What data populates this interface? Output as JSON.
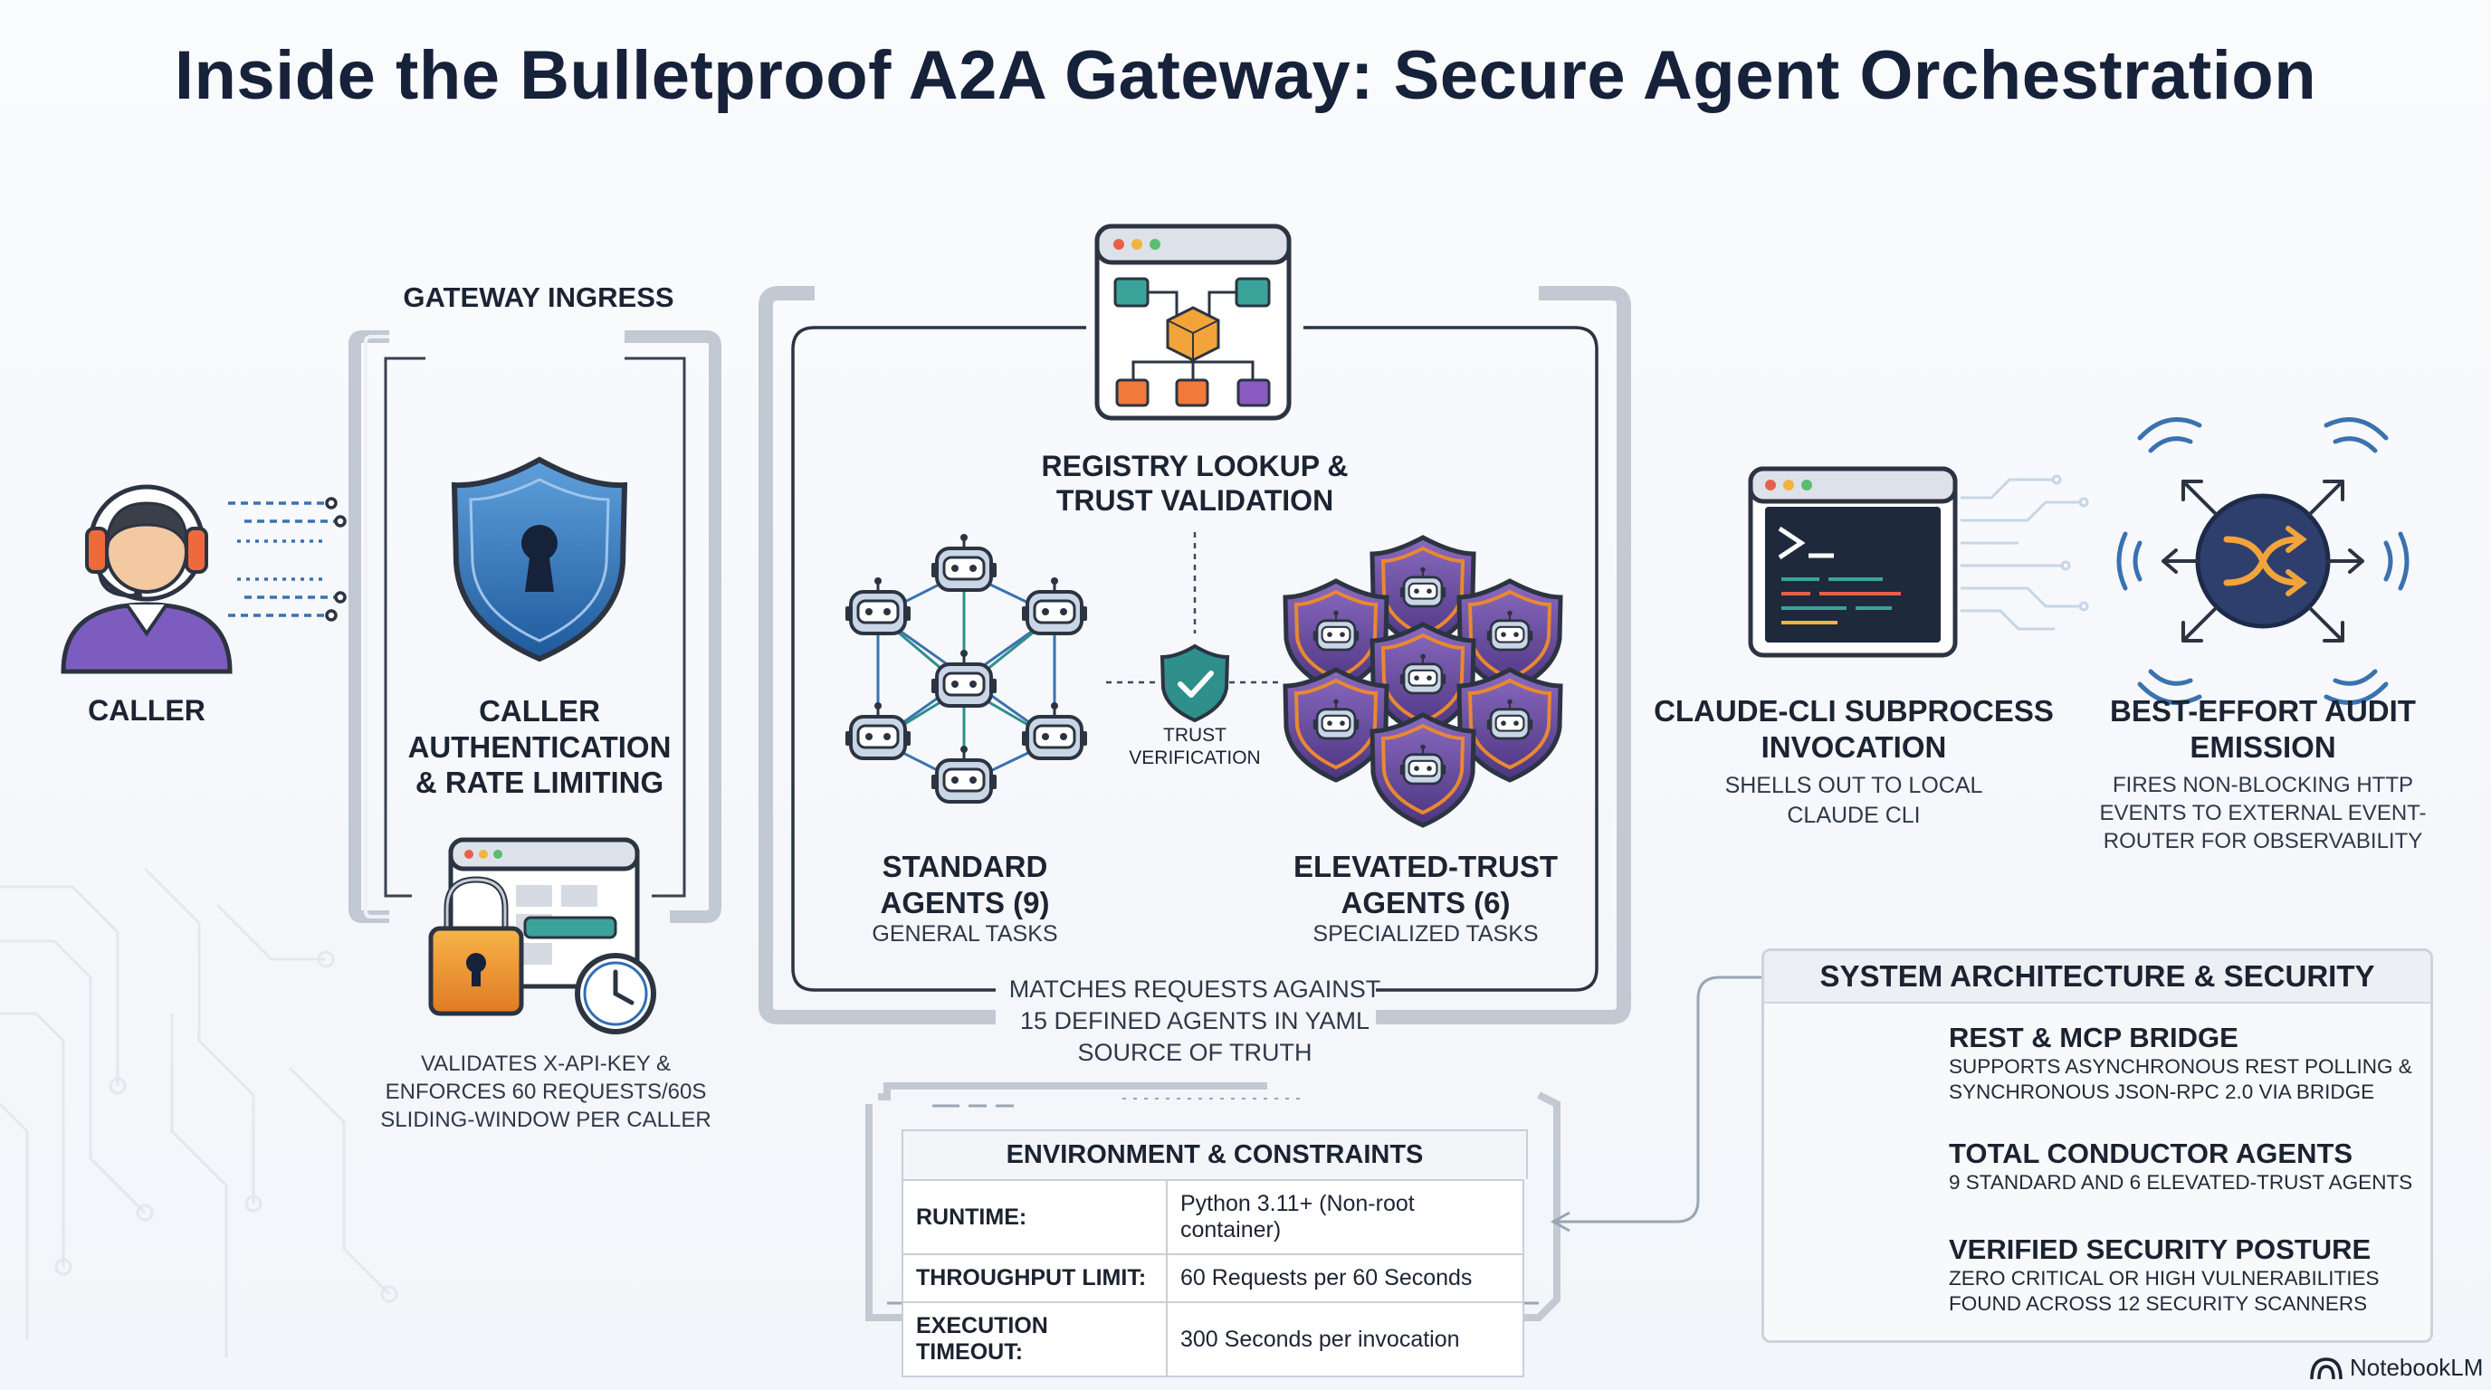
{
  "title": "Inside the Bulletproof A2A Gateway: Secure Agent Orchestration",
  "caller": {
    "label": "CALLER"
  },
  "gateway_ingress": {
    "header": "GATEWAY INGRESS",
    "label": "CALLER AUTHENTICATION & RATE LIMITING",
    "desc": "VALIDATES X-API-KEY & ENFORCES 60 REQUESTS/60s SLIDING-WINDOW PER CALLER"
  },
  "registry": {
    "label": "REGISTRY LOOKUP & TRUST VALIDATION",
    "trust_label": "TRUST VERIFICATION",
    "standard": {
      "title": "STANDARD AGENTS (9)",
      "desc": "GENERAL TASKS"
    },
    "elevated": {
      "title": "ELEVATED-TRUST AGENTS (6)",
      "desc": "SPECIALIZED TASKS"
    },
    "desc": "MATCHES REQUESTS AGAINST 15 DEFINED AGENTS IN YAML SOURCE OF TRUTH"
  },
  "claude_cli": {
    "title": "CLAUDE-CLI SUBPROCESS INVOCATION",
    "desc": "SHELLS OUT TO LOCAL CLAUDE CLI"
  },
  "audit": {
    "title": "BEST-EFFORT AUDIT EMISSION",
    "desc": "FIRES NON-BLOCKING HTTP EVENTS TO EXTERNAL EVENT-ROUTER FOR OBSERVABILITY"
  },
  "environment": {
    "header": "ENVIRONMENT & CONSTRAINTS",
    "rows": [
      {
        "key": "RUNTIME:",
        "value": "Python 3.11+ (Non-root container)"
      },
      {
        "key": "THROUGHPUT LIMIT:",
        "value": "60 Requests per 60 Seconds"
      },
      {
        "key": "EXECUTION TIMEOUT:",
        "value": "300 Seconds per invocation"
      }
    ]
  },
  "system": {
    "header": "SYSTEM ARCHITECTURE & SECURITY",
    "items": [
      {
        "title": "REST & MCP BRIDGE",
        "desc": "SUPPORTS ASYNCHRONOUS REST POLLING & SYNCHRONOUS JSON-RPC 2.0 VIA BRIDGE",
        "icon": "bridge-icon"
      },
      {
        "title": "TOTAL CONDUCTOR AGENTS",
        "desc": "9 STANDARD AND 6 ELEVATED-TRUST AGENTS",
        "icon": "growth-chart-icon"
      },
      {
        "title": "VERIFIED SECURITY POSTURE",
        "desc": "ZERO CRITICAL OR HIGH VULNERABILITIES FOUND ACROSS 12 SECURITY SCANNERS",
        "icon": "shield-check-icon"
      }
    ]
  },
  "brand": "NotebookLM",
  "colors": {
    "navy": "#16213a",
    "shield_blue": "#2f6fb4",
    "purple": "#6a4ea0",
    "orange": "#e9892f",
    "teal": "#2f8f8a",
    "frame_gray": "#c2c9d3"
  }
}
